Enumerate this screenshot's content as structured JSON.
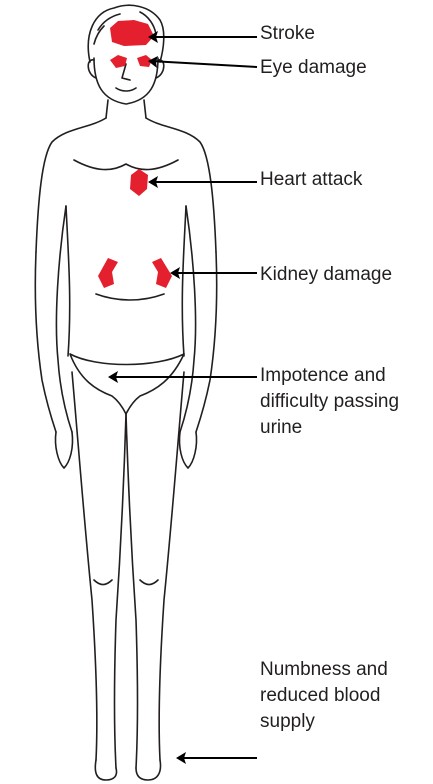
{
  "labels": {
    "stroke": "Stroke",
    "eye_damage": "Eye damage",
    "heart_attack": "Heart attack",
    "kidney_damage": "Kidney damage",
    "impotence": "Impotence and\ndifficulty passing\nurine",
    "numbness": "Numbness and\nreduced blood\nsupply"
  },
  "colors": {
    "affected_area": "#e4202e",
    "outline": "#231f20",
    "arrow": "#000000"
  }
}
